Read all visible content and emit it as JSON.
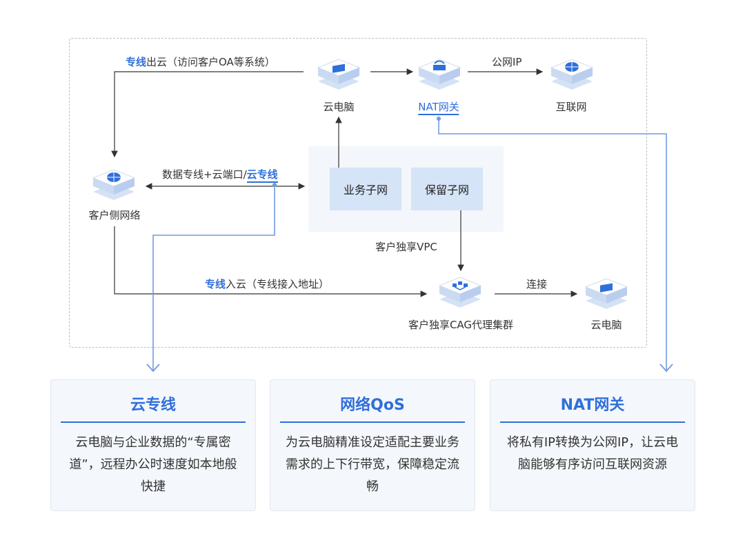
{
  "diagram": {
    "nodes": {
      "cloud_pc_top": "云电脑",
      "nat": "NAT网关",
      "internet": "互联网",
      "customer_net": "客户侧网络",
      "vpc": "客户独享VPC",
      "business_subnet": "业务子网",
      "reserved_subnet": "保留子网",
      "cag": "客户独享CAG代理集群",
      "cloud_pc_bottom": "云电脑"
    },
    "edges": {
      "out_prefix": "专线",
      "out_suffix": "出云（访问客户OA等系统）",
      "public_ip": "公网IP",
      "mid_prefix": "数据专线+云端口/",
      "mid_highlight": "云专线",
      "in_prefix": "专线",
      "in_suffix": "入云（专线接入地址）",
      "connect": "连接"
    }
  },
  "cards": [
    {
      "title": "云专线",
      "text": "云电脑与企业数据的“专属密道”，远程办公时速度如本地般快捷"
    },
    {
      "title": "网络QoS",
      "text": "为云电脑精准设定适配主要业务需求的上下行带宽，保障稳定流畅"
    },
    {
      "title": "NAT网关",
      "text": "将私有IP转换为公网IP，让云电脑能够有序访问互联网资源"
    }
  ],
  "colors": {
    "accent": "#2f6fdb",
    "line": "#333333",
    "callout": "#6f9be3"
  }
}
